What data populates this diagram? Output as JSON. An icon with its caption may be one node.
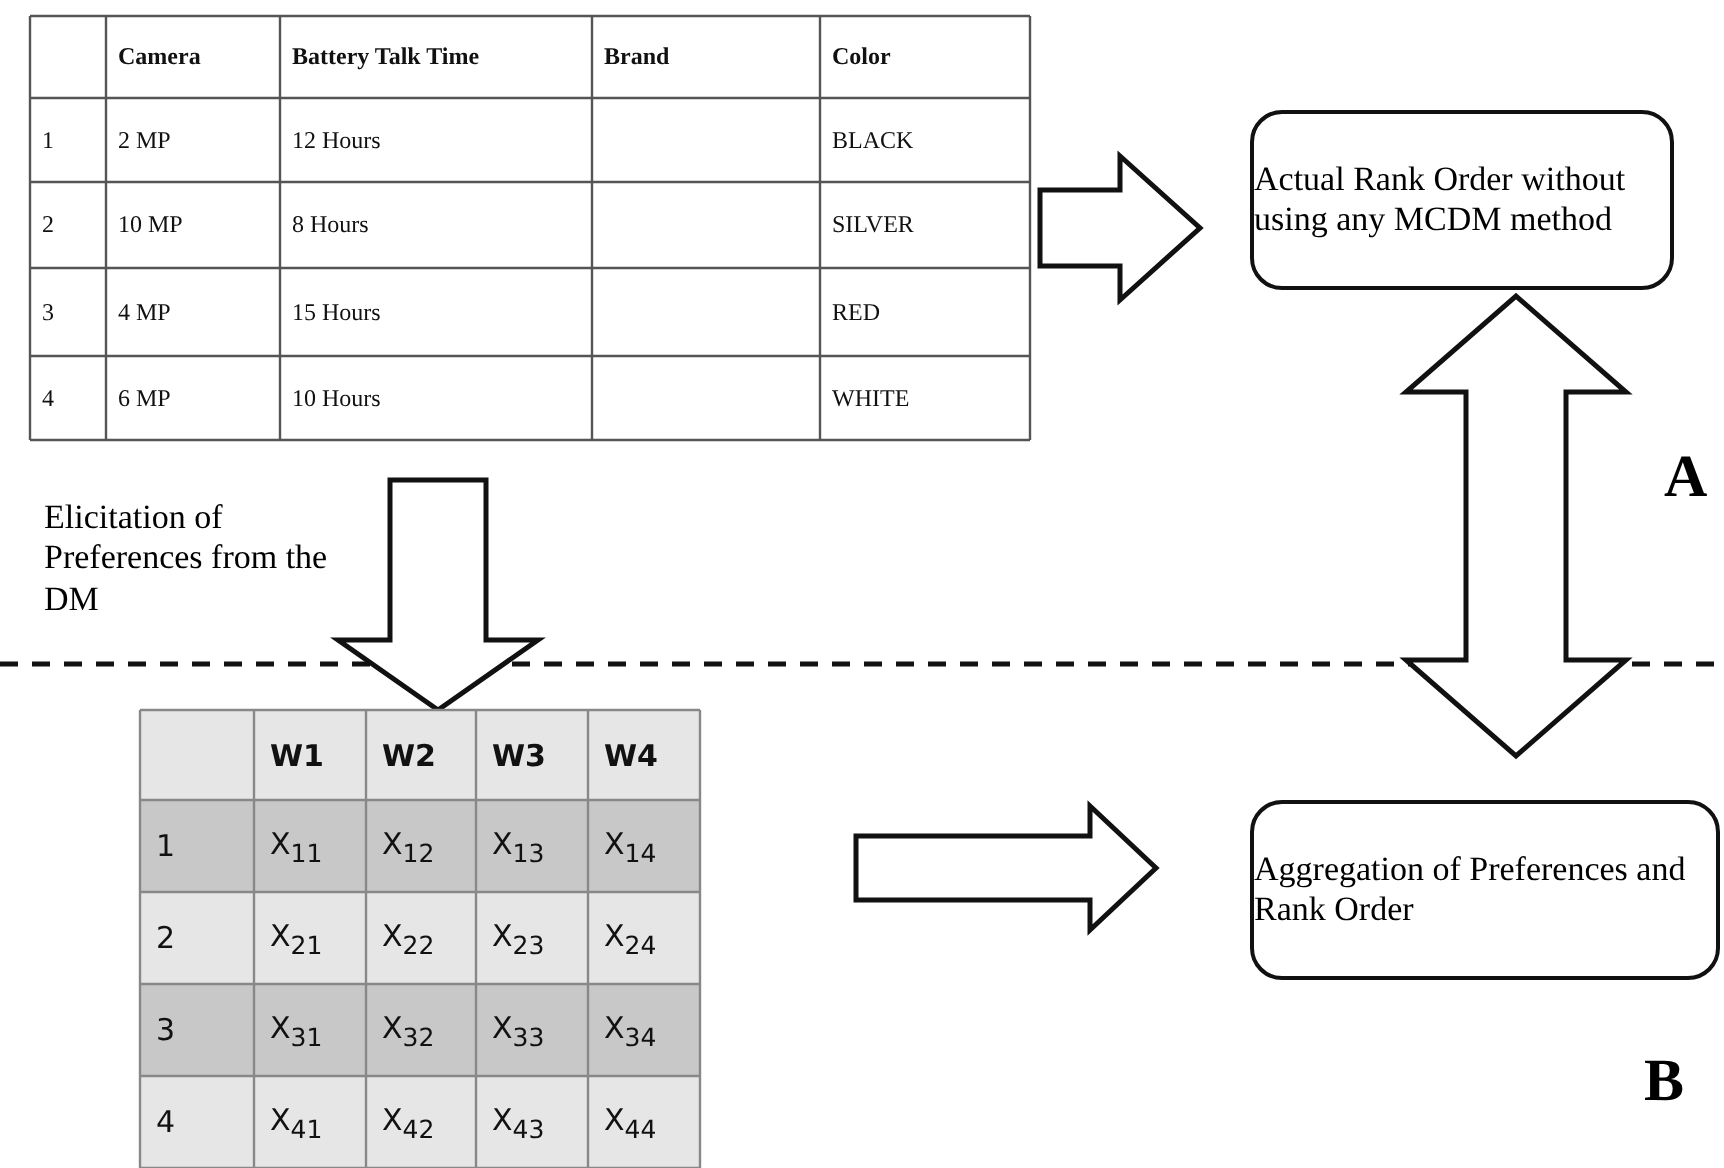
{
  "diagram": {
    "nodes": [
      {
        "text": [
          "Camera",
          "Battery Talk Time",
          "Brand",
          "Color",
          "1",
          "2 MP",
          "12 Hours",
          "BLACK",
          "2",
          "10 MP",
          "8 Hours",
          "SILVER",
          "3",
          "4 MP",
          "15 Hours",
          "RED",
          "4",
          "6 MP",
          "10 Hours",
          "WHITE"
        ]
      },
      {
        "text": [
          "Actual Rank Order without using any MCDM method"
        ]
      },
      {
        "text": [
          "W1",
          "W2",
          "W3",
          "W4",
          "1",
          "X$_{11}$",
          "X$_{12}$",
          "X$_{13}$",
          "X$_{14}$",
          "2",
          "X$_{21}$",
          "X$_{22}$",
          "X$_{23}$",
          "X$_{24}$",
          "3",
          "X$_{31}$",
          "X$_{32}$",
          "X$_{33}$",
          "X$_{34}$",
          "4",
          "X$_{41}$",
          "X$_{42}$",
          "X$_{43}$",
          "X$_{44}$"
        ]
      },
      {
        "text": [
          "Aggregation of Preferences and Rank Order"
        ]
      }
    ],
    "edges": [
      {
        "from": 0,
        "to": 1,
        "arrow": "to"
      },
      {
        "from": 0,
        "to": 2,
        "arrow": "to",
        "label": "Elicitation of Preferences from the DM"
      },
      {
        "from": 1,
        "to": 3,
        "arrow": "both"
      },
      {
        "from": 2,
        "to": 3,
        "arrow": "to"
      }
    ],
    "labels": [
      "A",
      "B"
    ]
  }
}
